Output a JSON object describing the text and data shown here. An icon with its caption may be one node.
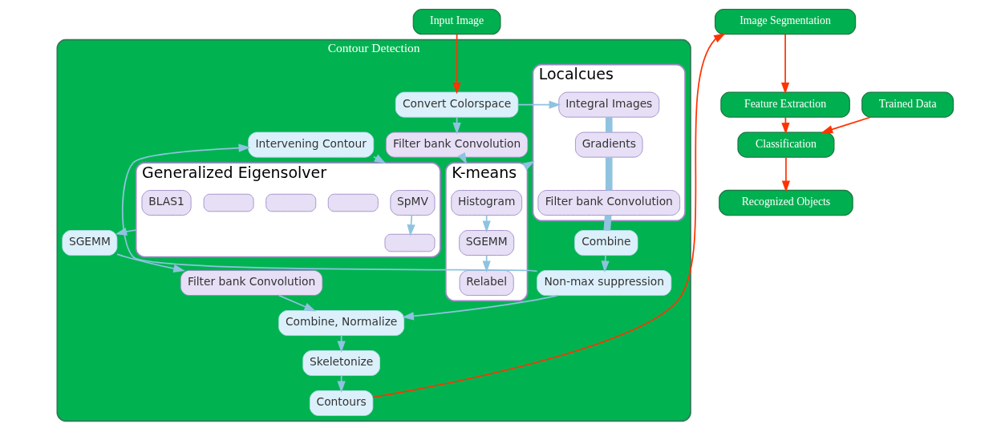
{
  "diagram": {
    "nodes": [
      {
        "text": [
          "Input Image"
        ]
      },
      {
        "text": [
          "Contour Detection"
        ]
      },
      {
        "text": [
          "Convert Colorspace"
        ],
        "in": 1
      },
      {
        "text": [
          "Filter bank Convolution"
        ],
        "in": 1
      },
      {
        "text": [
          "K-means"
        ],
        "in": 1
      },
      {
        "text": [
          "Histogram"
        ],
        "in": 4
      },
      {
        "text": [
          "SGEMM"
        ],
        "in": 4
      },
      {
        "text": [
          "Relabel"
        ],
        "in": 4
      },
      {
        "text": [
          "Localcues"
        ],
        "in": 1
      },
      {
        "text": [
          "Integral Images"
        ],
        "in": 8
      },
      {
        "text": [
          "Gradients"
        ],
        "in": 8
      },
      {
        "text": [
          "Filter bank Convolution"
        ],
        "in": 8
      },
      {
        "text": [
          "Combine"
        ],
        "in": 1
      },
      {
        "text": [
          "Non-max suppression"
        ],
        "in": 1
      },
      {
        "text": [
          "Intervening Contour"
        ],
        "in": 1
      },
      {
        "text": [
          "Generalized Eigensolver"
        ],
        "in": 1
      },
      {
        "text": [
          "SpMV"
        ],
        "in": 15
      },
      {
        "text": [],
        "shape": "box",
        "in": 15
      },
      {
        "text": [],
        "shape": "box",
        "in": 15
      },
      {
        "text": [],
        "shape": "box",
        "in": 15
      },
      {
        "text": [],
        "shape": "box",
        "in": 15
      },
      {
        "text": [
          "BLAS1"
        ],
        "in": 15
      },
      {
        "text": [
          "SGEMM"
        ],
        "in": 1
      },
      {
        "text": [
          "Filter bank Convolution"
        ],
        "in": 1
      },
      {
        "text": [
          "Combine, Normalize"
        ],
        "in": 1
      },
      {
        "text": [
          "Skeletonize"
        ],
        "in": 1
      },
      {
        "text": [
          "Contours"
        ],
        "in": 1
      },
      {
        "text": [
          "Image Segmentation"
        ]
      },
      {
        "text": [
          "Feature Extraction"
        ]
      },
      {
        "text": [
          "Classification"
        ]
      },
      {
        "text": [
          "Trained Data"
        ]
      },
      {
        "text": [
          "Recognized Objects"
        ]
      }
    ],
    "edges": [
      {
        "from": 0,
        "to": 2,
        "arrow": "to",
        "color": "#ff3300"
      },
      {
        "from": 2,
        "to": 3,
        "arrow": "to"
      },
      {
        "from": 2,
        "to": 9,
        "arrow": "to"
      },
      {
        "from": 3,
        "to": 4,
        "arrow": "to"
      },
      {
        "from": 5,
        "to": 6,
        "arrow": "to"
      },
      {
        "from": 6,
        "to": 7,
        "arrow": "to"
      },
      {
        "from": 4,
        "to": 8,
        "arrow": "to"
      },
      {
        "from": 9,
        "to": 10,
        "arrow": "none",
        "style": "thick"
      },
      {
        "from": 10,
        "to": 11,
        "arrow": "none",
        "style": "thick"
      },
      {
        "from": 11,
        "to": 12,
        "arrow": "none",
        "style": "thick"
      },
      {
        "from": 12,
        "to": 13,
        "arrow": "to"
      },
      {
        "from": 13,
        "to": 14,
        "arrow": "to"
      },
      {
        "from": 13,
        "to": 24,
        "arrow": "to"
      },
      {
        "from": 14,
        "to": 15,
        "arrow": "to"
      },
      {
        "from": 16,
        "to": 17,
        "arrow": "to"
      },
      {
        "from": 15,
        "to": 22,
        "arrow": "to"
      },
      {
        "from": 22,
        "to": 23,
        "arrow": "to"
      },
      {
        "from": 23,
        "to": 24,
        "arrow": "to"
      },
      {
        "from": 24,
        "to": 25,
        "arrow": "to"
      },
      {
        "from": 25,
        "to": 26,
        "arrow": "to"
      },
      {
        "from": 26,
        "to": 27,
        "arrow": "to",
        "color": "#ff3300"
      },
      {
        "from": 27,
        "to": 28,
        "arrow": "to",
        "color": "#ff3300"
      },
      {
        "from": 28,
        "to": 29,
        "arrow": "to",
        "color": "#ff3300"
      },
      {
        "from": 30,
        "to": 29,
        "arrow": "to",
        "color": "#ff3300"
      },
      {
        "from": 29,
        "to": 31,
        "arrow": "to",
        "color": "#ff3300"
      }
    ]
  }
}
